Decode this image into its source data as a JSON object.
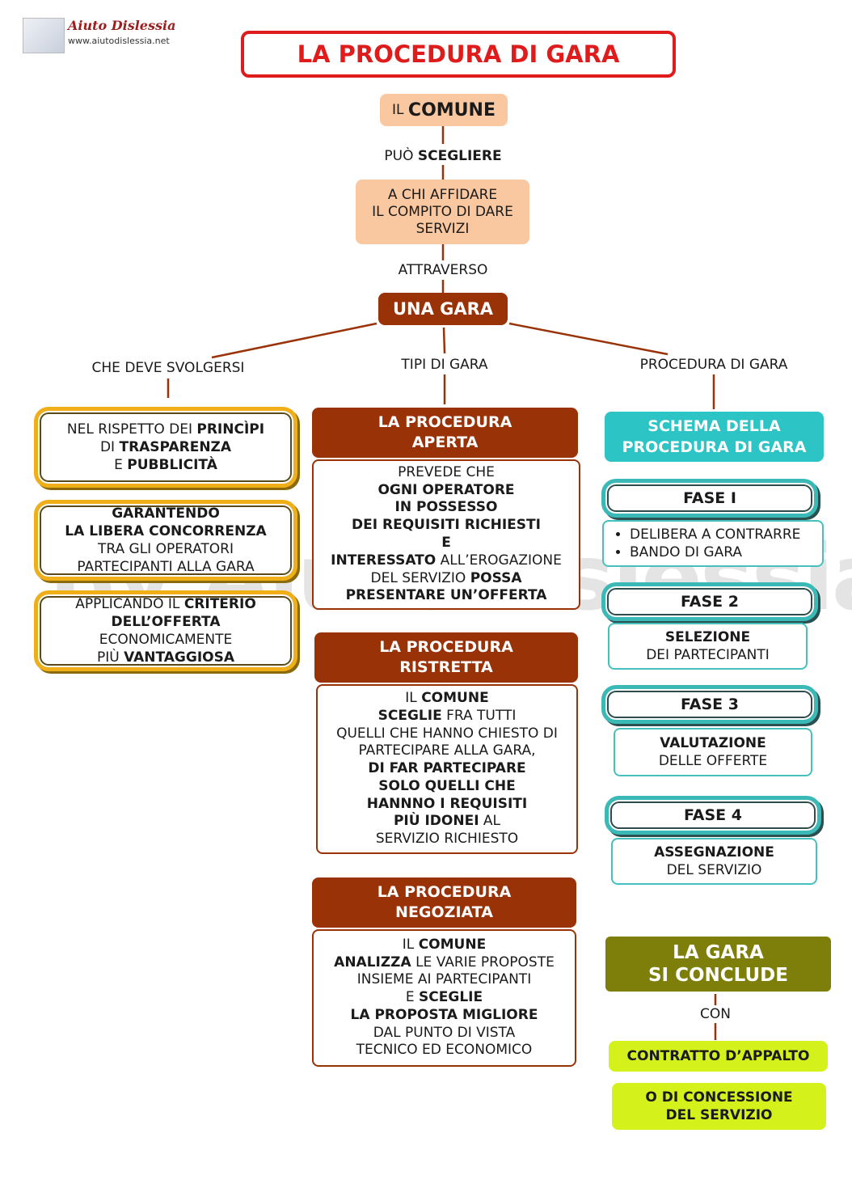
{
  "logo": {
    "name": "Aiuto Dislessia",
    "url": "www.aiutodislessia.net"
  },
  "watermark": "By AiutoDislessia.net",
  "title": "LA PROCEDURA DI GARA",
  "comune": {
    "prefix": "IL",
    "word": "COMUNE"
  },
  "link_sceglie": {
    "prefix": "PUÒ",
    "word": "SCEGLIERE"
  },
  "affidare": {
    "line1": "A CHI AFFIDARE",
    "line2": "IL COMPITO DI DARE",
    "line3": "SERVIZI"
  },
  "link_attraverso": "ATTRAVERSO",
  "una_gara": "UNA GARA",
  "branch_labels": {
    "left": "CHE DEVE SVOLGERSI",
    "middle": "TIPI DI GARA",
    "right": "PROCEDURA DI GARA"
  },
  "left_boxes": {
    "b1": {
      "l1a": "NEL RISPETTO DEI ",
      "l1b": "PRINCÌPI",
      "l2a": "DI ",
      "l2b": "TRASPARENZA",
      "l3a": "E ",
      "l3b": "PUBBLICITÀ"
    },
    "b2": {
      "l1": "GARANTENDO",
      "l2": "LA LIBERA CONCORRENZA",
      "l3": "TRA GLI OPERATORI",
      "l4": "PARTECIPANTI ALLA GARA"
    },
    "b3": {
      "l1a": "APPLICANDO IL ",
      "l1b": "CRITERIO",
      "l2": "DELL’OFFERTA",
      "l3": "ECONOMICAMENTE",
      "l4a": "PIÙ ",
      "l4b": "VANTAGGIOSA"
    }
  },
  "aperta": {
    "header1": "LA PROCEDURA",
    "header2": "APERTA",
    "l1": "PREVEDE CHE",
    "l2": "OGNI OPERATORE",
    "l3": "IN POSSESSO",
    "l4": "DEI REQUISITI RICHIESTI",
    "l5": "E",
    "l6a": "INTERESSATO",
    "l6b": " ALL’EROGAZIONE",
    "l7a": "DEL SERVIZIO ",
    "l7b": "POSSA",
    "l8": "PRESENTARE UN’OFFERTA"
  },
  "ristretta": {
    "header1": "LA PROCEDURA",
    "header2": "RISTRETTA",
    "l1a": "IL ",
    "l1b": "COMUNE",
    "l2a": "SCEGLIE",
    "l2b": " FRA TUTTI",
    "l3": "QUELLI CHE HANNO CHIESTO DI",
    "l4": "PARTECIPARE ALLA GARA,",
    "l5": "DI FAR PARTECIPARE",
    "l6": "SOLO QUELLI CHE",
    "l7": "HANNNO I REQUISITI",
    "l8a": "PIÙ IDONEI",
    "l8b": " AL",
    "l9": "SERVIZIO RICHIESTO"
  },
  "negoziata": {
    "header1": "LA PROCEDURA",
    "header2": "NEGOZIATA",
    "l1a": "IL ",
    "l1b": "COMUNE",
    "l2a": "ANALIZZA",
    "l2b": " LE VARIE PROPOSTE",
    "l3": "INSIEME AI PARTECIPANTI",
    "l4a": "E ",
    "l4b": "SCEGLIE",
    "l5": "LA PROPOSTA MIGLIORE",
    "l6": "DAL PUNTO DI VISTA",
    "l7": "TECNICO ED ECONOMICO"
  },
  "schema": {
    "line1": "SCHEMA DELLA",
    "line2": "PROCEDURA DI GARA"
  },
  "fasi": {
    "f1": {
      "title": "FASE I",
      "items": [
        "DELIBERA A CONTRARRE",
        "BANDO DI GARA"
      ]
    },
    "f2": {
      "title": "FASE 2",
      "bold": "SELEZIONE",
      "normal": "DEI PARTECIPANTI"
    },
    "f3": {
      "title": "FASE 3",
      "bold": "VALUTAZIONE",
      "normal": "DELLE OFFERTE"
    },
    "f4": {
      "title": "FASE 4",
      "bold": "ASSEGNAZIONE",
      "normal": "DEL SERVIZIO"
    }
  },
  "conclusione": {
    "line1": "LA GARA",
    "line2": "SI CONCLUDE",
    "con": "CON",
    "contratto": "CONTRATTO D’APPALTO",
    "concessione1": "O DI CONCESSIONE",
    "concessione2": "DEL SERVIZIO"
  },
  "colors": {
    "title_red": "#e01b1b",
    "peach": "#fac8a0",
    "brown": "#9a3208",
    "gold": "#f0ae18",
    "teal": "#2cc4c4",
    "olive": "#7e7e0a",
    "lime": "#d4f11c"
  }
}
